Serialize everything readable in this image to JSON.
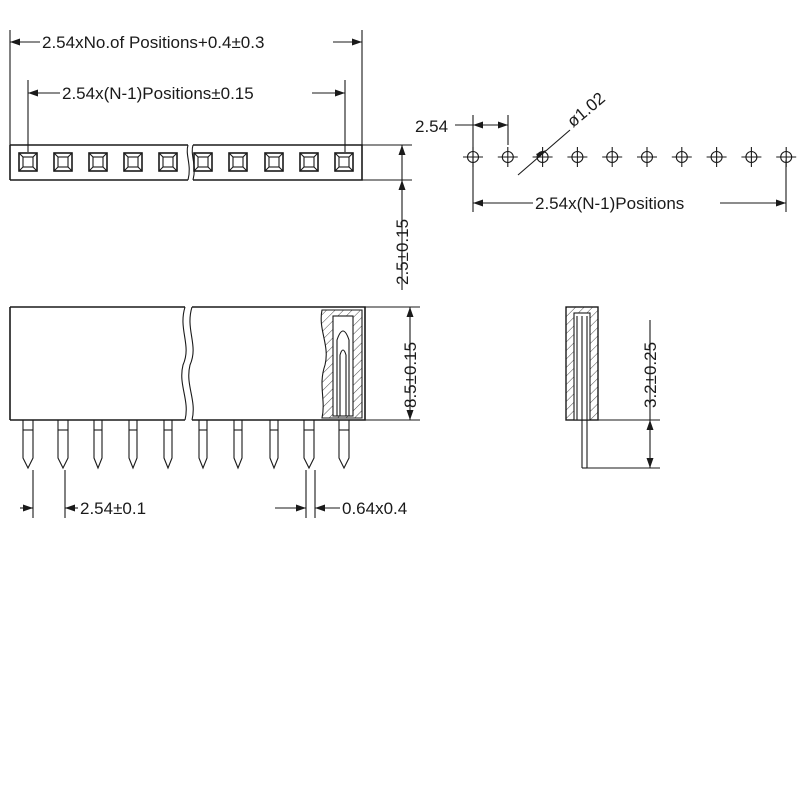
{
  "dimensions": {
    "total_length": "2.54xNo.of  Positions+0.4±0.3",
    "pitch_span_top": "2.54x(N-1)Positions±0.15",
    "height_top": "2.5±0.15",
    "hole_pitch": "2.54",
    "hole_diameter": "ø1.02",
    "hole_span": "2.54x(N-1)Positions",
    "body_height": "8.5±0.15",
    "pin_pitch": "2.54±0.1",
    "pin_size": "0.64x0.4",
    "pin_length": "3.2±0.25"
  }
}
